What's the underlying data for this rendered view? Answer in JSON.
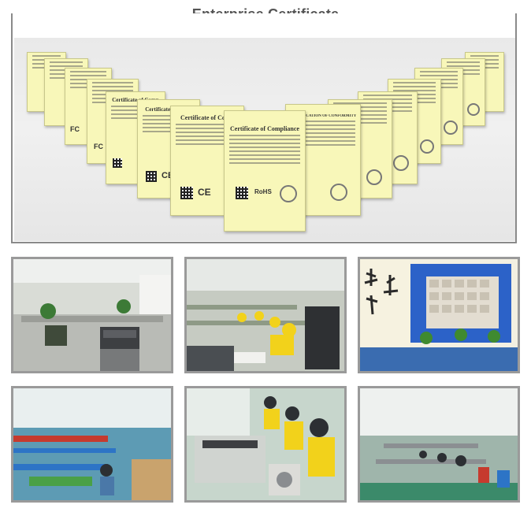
{
  "section": {
    "title": "Enterprise Certificate"
  },
  "certificates": {
    "center_title": "Certificate of Compliance",
    "left_title": "Certificate of Comp",
    "right_title": "CERTIFICATION OF CONFORMITY",
    "rohs_mark": "RoHS",
    "ce_mark": "CE",
    "fc_mark": "FC"
  },
  "colors": {
    "frame": "#8a8a8a",
    "title_text": "#555555",
    "certificate_paper": "#f8f7b9",
    "wall_blue": "#2c62c8",
    "worker_shirt": "#f2d21b",
    "floor_blue": "#3b6fb3"
  },
  "photos": [
    {
      "scene": "office"
    },
    {
      "scene": "assembly-line-workers"
    },
    {
      "scene": "showroom-calligraphy"
    },
    {
      "scene": "production-workshop"
    },
    {
      "scene": "testing-station"
    },
    {
      "scene": "assembly-hall"
    }
  ]
}
